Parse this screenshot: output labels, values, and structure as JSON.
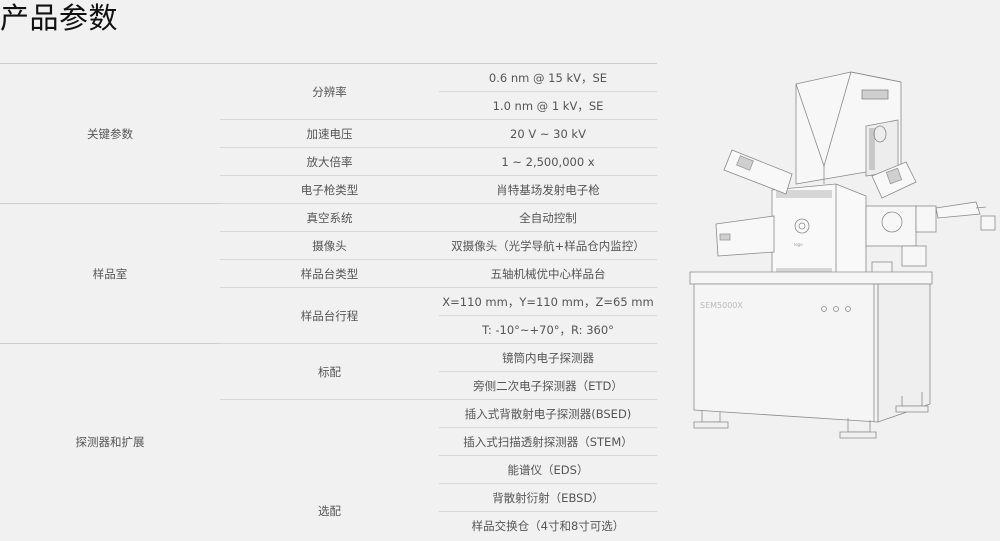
{
  "page": {
    "title": "产品参数"
  },
  "spec_table": {
    "groups": [
      {
        "category": "关键参数",
        "items": [
          {
            "name": "分辨率",
            "values": [
              "0.6 nm @ 15 kV，SE",
              "1.0 nm @ 1 kV，SE"
            ]
          },
          {
            "name": "加速电压",
            "values": [
              "20 V ~ 30 kV"
            ]
          },
          {
            "name": "放大倍率",
            "values": [
              "1 ~ 2,500,000 x"
            ]
          },
          {
            "name": "电子枪类型",
            "values": [
              "肖特基场发射电子枪"
            ]
          }
        ]
      },
      {
        "category": "样品室",
        "items": [
          {
            "name": "真空系统",
            "values": [
              "全自动控制"
            ]
          },
          {
            "name": "摄像头",
            "values": [
              "双摄像头（光学导航+样品仓内监控）"
            ]
          },
          {
            "name": "样品台类型",
            "values": [
              "五轴机械优中心样品台"
            ]
          },
          {
            "name": "样品台行程",
            "values": [
              "X=110 mm，Y=110 mm，Z=65 mm",
              "T: -10°~+70°，R: 360°"
            ]
          }
        ]
      },
      {
        "category": "探测器和扩展",
        "items": [
          {
            "name": "标配",
            "values": [
              "镜筒内电子探测器",
              "旁侧二次电子探测器（ETD）"
            ]
          },
          {
            "name": "选配",
            "values": [
              "插入式背散射电子探测器(BSED)",
              "插入式扫描透射探测器（STEM）",
              "能谱仪（EDS）",
              "背散射衍射（EBSD）",
              "样品交换仓（4寸和8寸可选）"
            ]
          }
        ]
      }
    ]
  },
  "product_image": {
    "alt": "SEM5000X scanning electron microscope line drawing",
    "model_label": "SEM5000X"
  },
  "colors": {
    "background": "#f1f1f1",
    "title_text": "#111111",
    "table_text": "#555555",
    "border": "#d8d8d8"
  }
}
